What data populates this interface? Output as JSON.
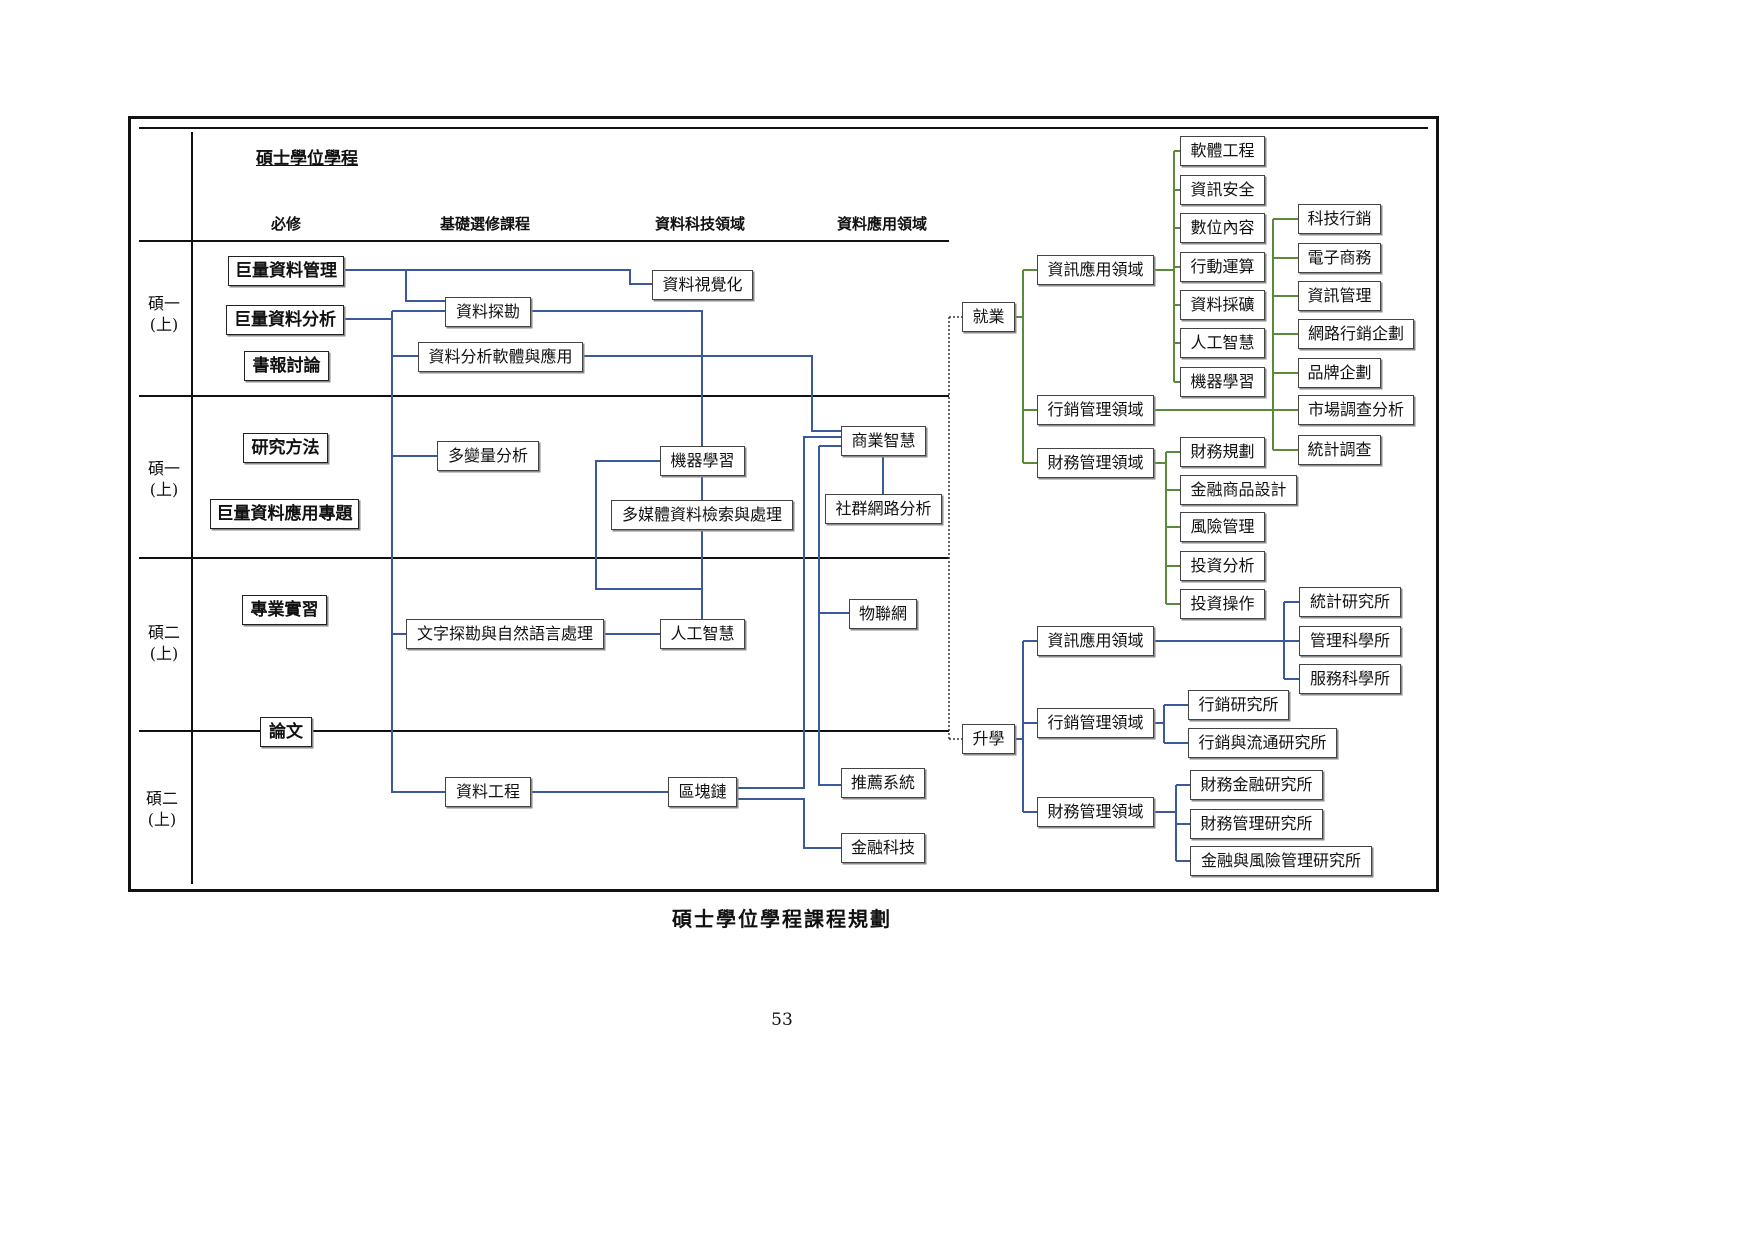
{
  "program_title": "碩士學位學程",
  "column_headers": {
    "required": "必修",
    "basic_electives": "基礎選修課程",
    "data_tech": "資料科技領域",
    "data_app": "資料應用領域"
  },
  "year_labels": [
    [
      "碩一",
      "(上)"
    ],
    [
      "碩一",
      "(上)"
    ],
    [
      "碩二",
      "(上)"
    ],
    [
      "碩二",
      "(上)"
    ]
  ],
  "required_courses": [
    "巨量資料管理",
    "巨量資料分析",
    "書報討論",
    "研究方法",
    "巨量資料應用專題",
    "專業實習",
    "論文"
  ],
  "basic_electives": [
    "資料探勘",
    "資料分析軟體與應用",
    "多變量分析",
    "文字探勘與自然語言處理",
    "資料工程"
  ],
  "data_tech_courses": [
    "資料視覺化",
    "機器學習",
    "多媒體資料檢索與處理",
    "人工智慧",
    "區塊鏈"
  ],
  "data_app_courses": [
    "商業智慧",
    "社群網路分析",
    "物聯網",
    "推薦系統",
    "金融科技"
  ],
  "career": {
    "employment": "就業",
    "further_study": "升學",
    "employment_domains": [
      "資訊應用領域",
      "行銷管理領域",
      "財務管理領域"
    ],
    "info_app_jobs": [
      "軟體工程",
      "資訊安全",
      "數位內容",
      "行動運算",
      "資料採礦",
      "人工智慧",
      "機器學習"
    ],
    "marketing_jobs": [
      "科技行銷",
      "電子商務",
      "資訊管理",
      "網路行銷企劃",
      "品牌企劃",
      "市場調查分析",
      "統計調查"
    ],
    "finance_jobs": [
      "財務規劃",
      "金融商品設計",
      "風險管理",
      "投資分析",
      "投資操作"
    ],
    "study_domains": [
      "資訊應用領域",
      "行銷管理領域",
      "財務管理領域"
    ],
    "info_app_schools": [
      "統計研究所",
      "管理科學所",
      "服務科學所"
    ],
    "marketing_schools": [
      "行銷研究所",
      "行銷與流通研究所"
    ],
    "finance_schools": [
      "財務金融研究所",
      "財務管理研究所",
      "金融與風險管理研究所"
    ]
  },
  "caption": "碩士學位學程課程規劃",
  "page_number": "53",
  "colors": {
    "course_links": "#3a5a9c",
    "career_links": "#5a8a3a",
    "rules": "#111111"
  }
}
